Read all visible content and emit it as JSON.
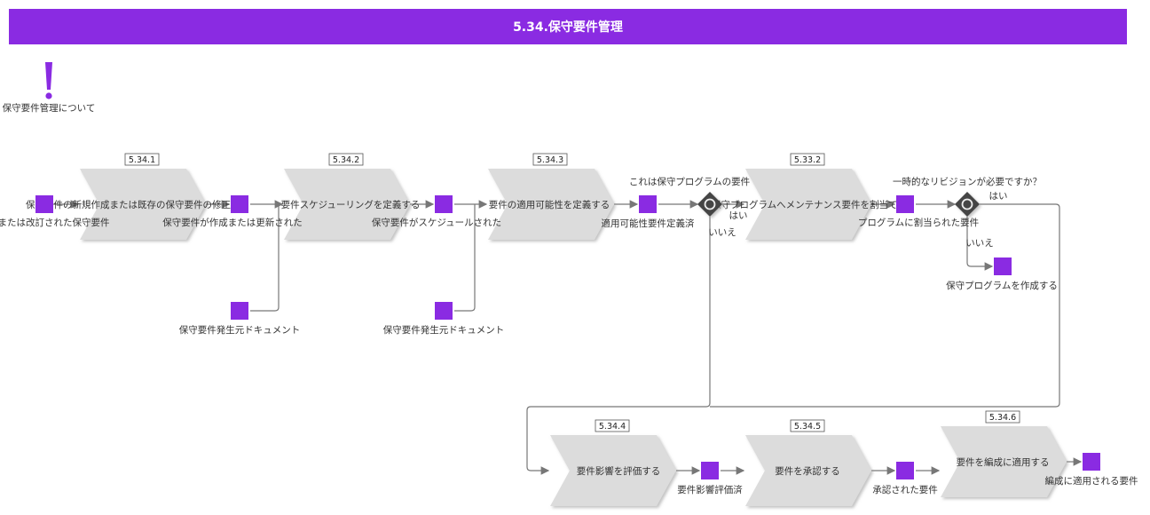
{
  "title": "5.34.保守要件管理",
  "start_label": "保守要件管理について",
  "processes": [
    {
      "number": "5.34.1",
      "label": "保守要件の新規作成または既存の保守要件の修正する"
    },
    {
      "number": "5.34.2",
      "label": "要件スケジューリングを定義する"
    },
    {
      "number": "5.34.3",
      "label": "要件の適用可能性を定義する"
    },
    {
      "number": "5.33.2",
      "label": "保守プログラムへメンテナンス要件を割当てる"
    },
    {
      "number": "5.34.4",
      "label": "要件影響を評価する"
    },
    {
      "number": "5.34.5",
      "label": "要件を承認する"
    },
    {
      "number": "5.34.6",
      "label": "要件を編成に適用する"
    }
  ],
  "artifacts": [
    "新規または改訂された保守要件",
    "保守要件が作成または更新された",
    "保守要件発生元ドキュメント",
    "保守要件がスケジュールされた",
    "保守要件発生元ドキュメント",
    "適用可能性要件定義済",
    "プログラムに割当られた要件",
    "保守プログラムを作成する",
    "要件影響評価済",
    "承認された要件",
    "編成に適用される要件"
  ],
  "gateways": [
    {
      "question": "これは保守プログラムの要件",
      "yes": "はい",
      "no": "いいえ"
    },
    {
      "question": "一時的なリビジョンが必要ですか？",
      "yes": "はい",
      "no": "いいえ"
    }
  ],
  "colors": {
    "accent": "#8a2be2",
    "process_fill": "#dcdcdc",
    "gateway_fill": "#444444"
  }
}
